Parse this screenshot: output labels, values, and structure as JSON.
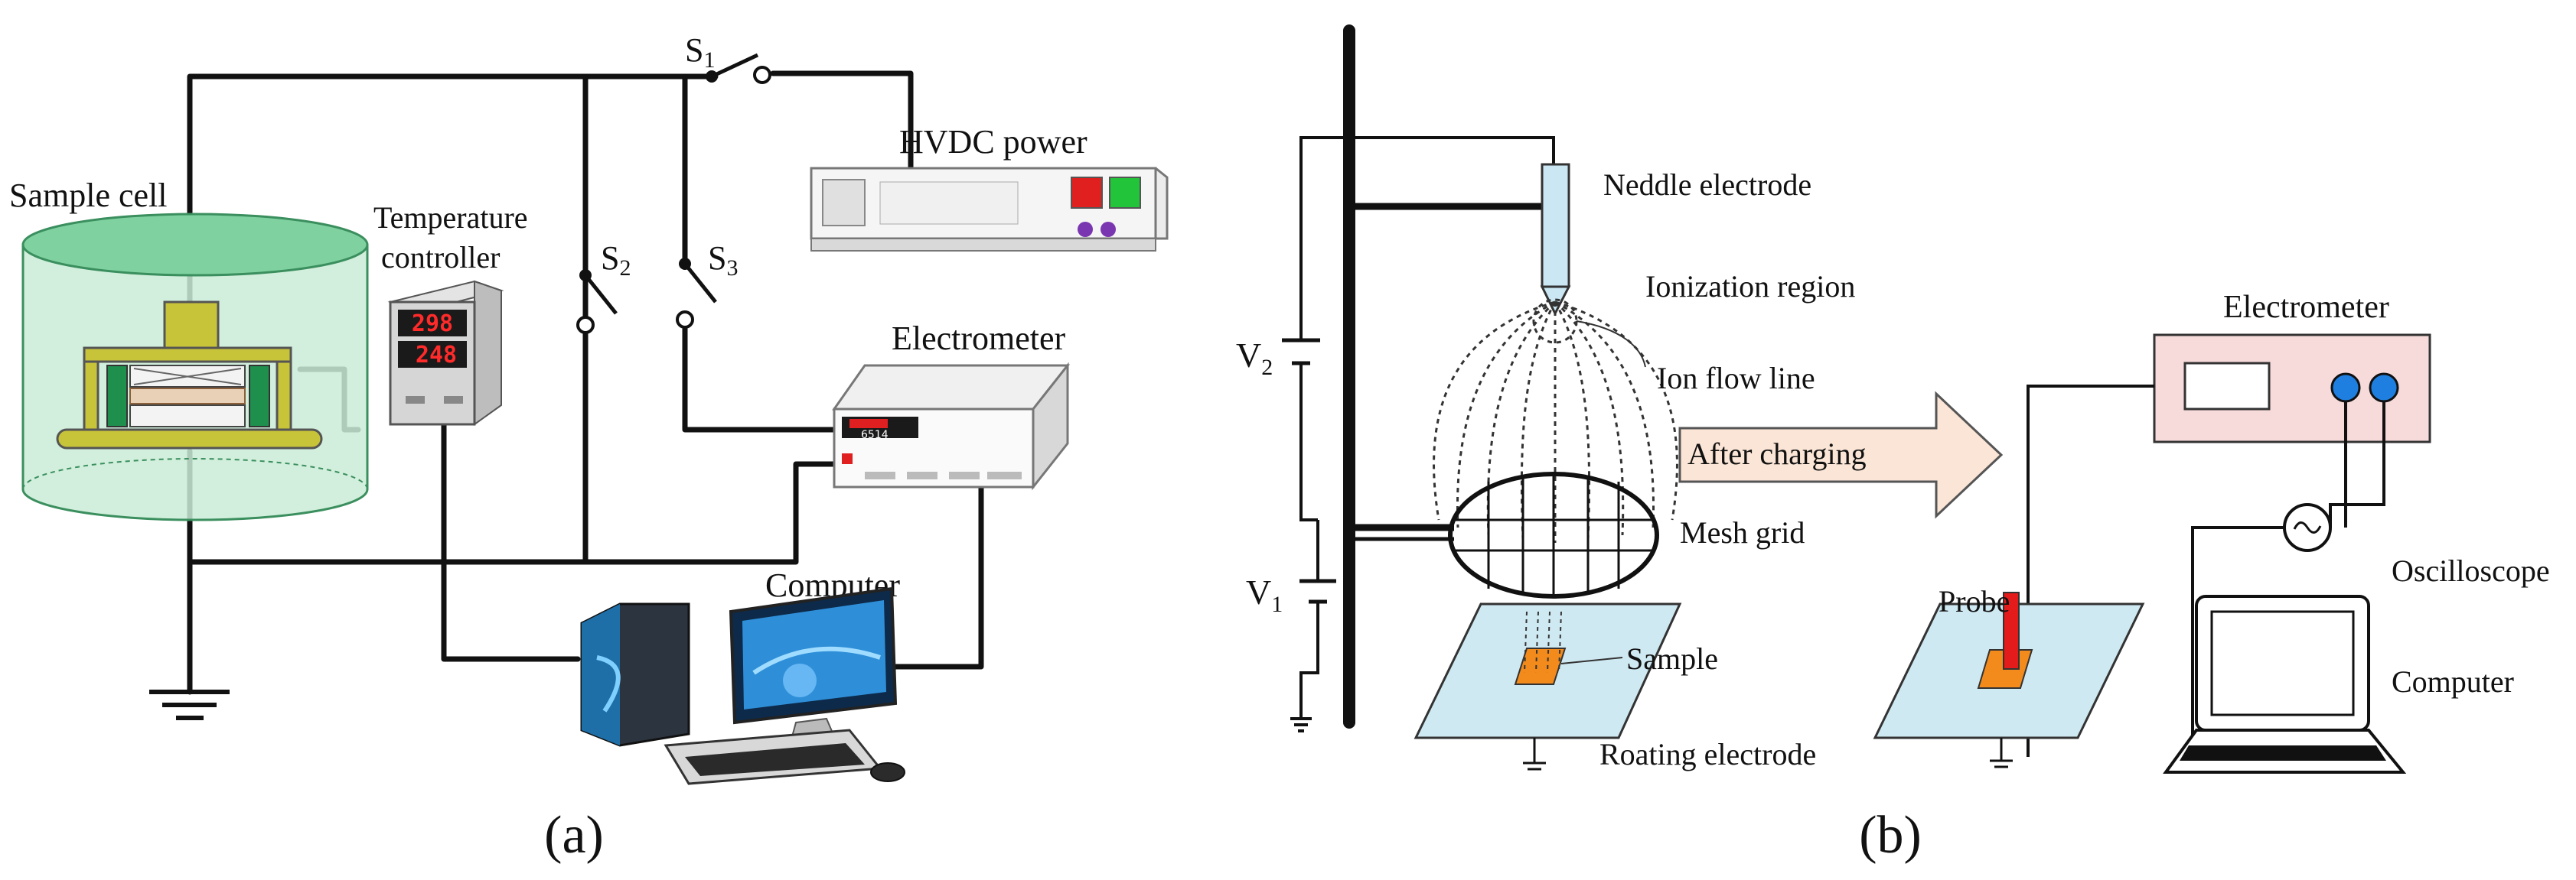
{
  "panel_a": {
    "caption": "(a)",
    "labels": {
      "sample_cell": "Sample cell",
      "temperature_controller_line1": "Temperature",
      "temperature_controller_line2": "controller",
      "hvdc_power": "HVDC power",
      "electrometer": "Electrometer",
      "computer": "Computer"
    },
    "switches": {
      "s1": {
        "letter": "S",
        "sub": "1"
      },
      "s2": {
        "letter": "S",
        "sub": "2"
      },
      "s3": {
        "letter": "S",
        "sub": "3"
      }
    },
    "displays": {
      "temp_set": "298",
      "temp_actual": "248",
      "electrometer_model": "6514"
    }
  },
  "panel_b": {
    "caption": "(b)",
    "labels": {
      "needle_electrode": "Neddle electrode",
      "ionization_region": "Ionization region",
      "ion_flow_line": "Ion flow line",
      "mesh_grid": "Mesh grid",
      "sample": "Sample",
      "rotating_electrode": "Roating electrode",
      "after_charging": "After charging",
      "electrometer": "Electrometer",
      "probe": "Probe",
      "oscilloscope": "Oscilloscope",
      "computer": "Computer"
    },
    "voltages": {
      "v2": {
        "letter": "V",
        "sub": "2"
      },
      "v1": {
        "letter": "V",
        "sub": "1"
      }
    }
  },
  "colors": {
    "cell_fill": "#c9ecd6",
    "cell_rim": "#7fd1a0",
    "sample_gold": "#c8c439",
    "display_red": "#ff2a2a",
    "hvdc_red": "#e01f1f",
    "hvdc_green": "#22c43a",
    "knob_purple": "#7a35b0",
    "arrow_fill": "#fbe5d6",
    "electrometer_b_fill": "#f7dada",
    "knob_blue": "#1f7fe0",
    "plate_fill": "#cfe9f2",
    "sample_orange": "#f28a1c",
    "probe_red": "#e41b1b",
    "needle_fill": "#cbe7f3"
  }
}
